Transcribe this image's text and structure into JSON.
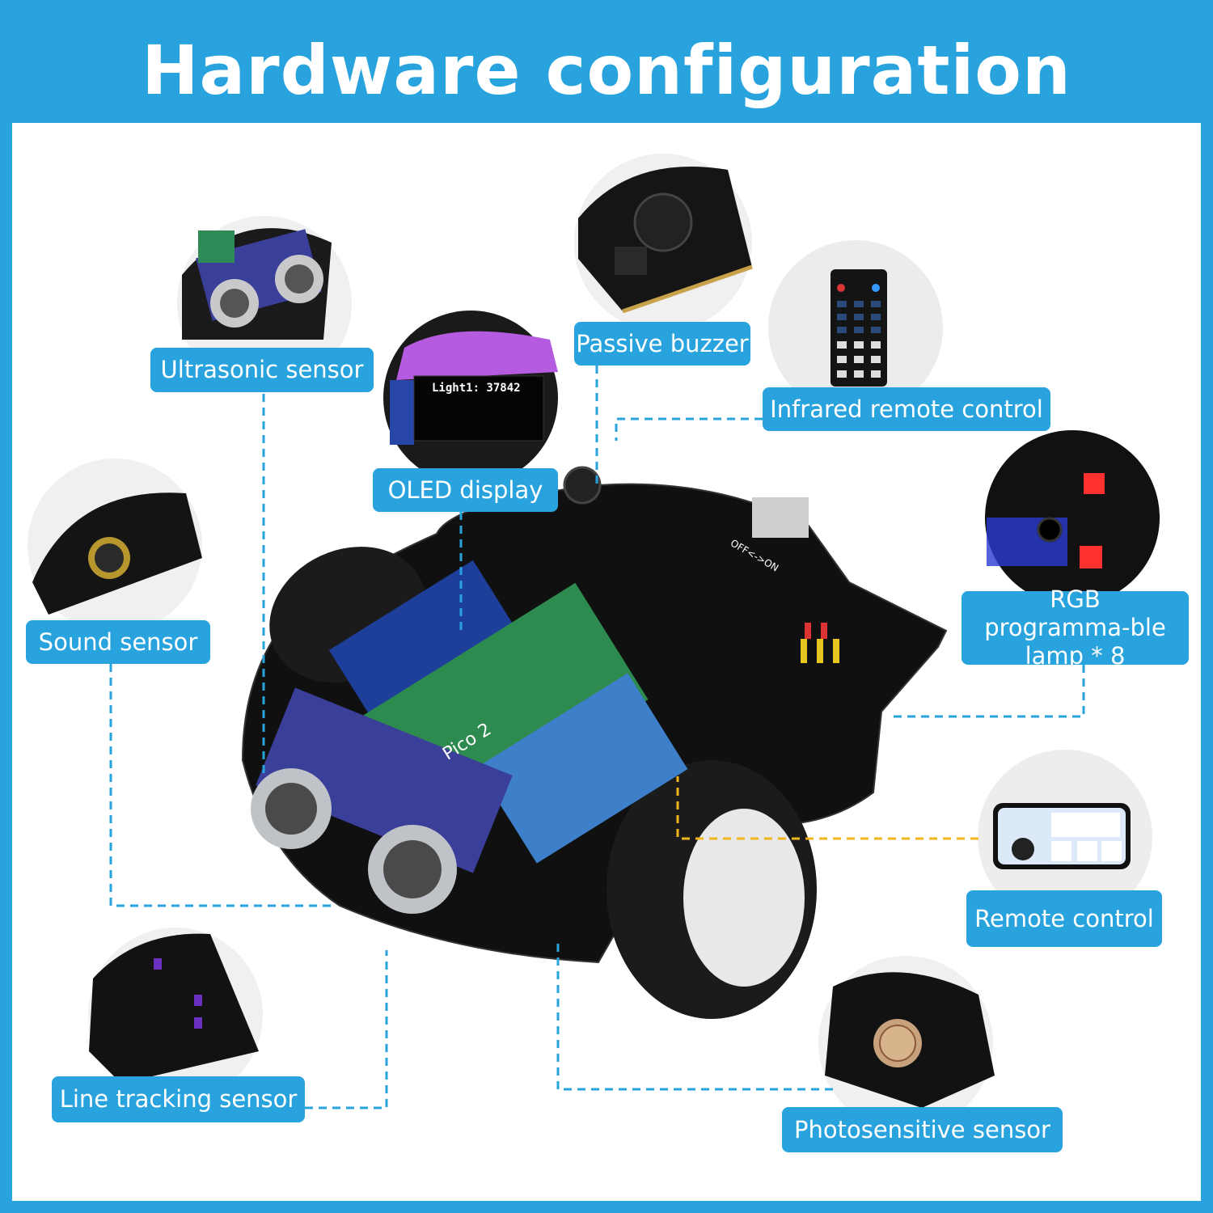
{
  "title": "Hardware configuration",
  "colors": {
    "brand_blue": "#29a3dd",
    "connector_dashed": "#29a3dd",
    "remote_connector": "#f2b51c"
  },
  "callouts": [
    {
      "id": "ultrasonic",
      "label": "Ultrasonic sensor"
    },
    {
      "id": "buzzer",
      "label": "Passive buzzer"
    },
    {
      "id": "ir",
      "label": "Infrared remote control"
    },
    {
      "id": "oled",
      "label": "OLED display",
      "screen_text": "Light1: 37842"
    },
    {
      "id": "sound",
      "label": "Sound sensor"
    },
    {
      "id": "rgb",
      "label": "RGB programma-ble lamp * 8"
    },
    {
      "id": "remote",
      "label": "Remote control"
    },
    {
      "id": "line",
      "label": "Line tracking sensor"
    },
    {
      "id": "photo",
      "label": "Photosensitive sensor"
    }
  ],
  "robot": {
    "board_label": "Pico 2",
    "switch_label": "OFF<->ON"
  }
}
